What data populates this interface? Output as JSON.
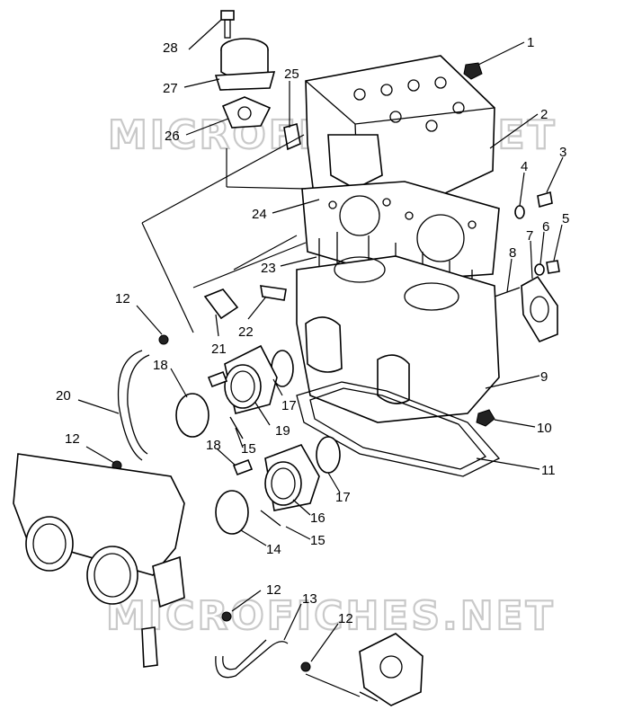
{
  "watermark": "MICROFICHES.NET",
  "callouts": [
    {
      "id": "1",
      "text": "1"
    },
    {
      "id": "2",
      "text": "2"
    },
    {
      "id": "3",
      "text": "3"
    },
    {
      "id": "4",
      "text": "4"
    },
    {
      "id": "5",
      "text": "5"
    },
    {
      "id": "6",
      "text": "6"
    },
    {
      "id": "7",
      "text": "7"
    },
    {
      "id": "8",
      "text": "8"
    },
    {
      "id": "9",
      "text": "9"
    },
    {
      "id": "10",
      "text": "10"
    },
    {
      "id": "11",
      "text": "11"
    },
    {
      "id": "12a",
      "text": "12"
    },
    {
      "id": "12b",
      "text": "12"
    },
    {
      "id": "12c",
      "text": "12"
    },
    {
      "id": "12d",
      "text": "12"
    },
    {
      "id": "13",
      "text": "13"
    },
    {
      "id": "14",
      "text": "14"
    },
    {
      "id": "15a",
      "text": "15"
    },
    {
      "id": "15b",
      "text": "15"
    },
    {
      "id": "16",
      "text": "16"
    },
    {
      "id": "17a",
      "text": "17"
    },
    {
      "id": "17b",
      "text": "17"
    },
    {
      "id": "18a",
      "text": "18"
    },
    {
      "id": "18b",
      "text": "18"
    },
    {
      "id": "19",
      "text": "19"
    },
    {
      "id": "20",
      "text": "20"
    },
    {
      "id": "21",
      "text": "21"
    },
    {
      "id": "22",
      "text": "22"
    },
    {
      "id": "23",
      "text": "23"
    },
    {
      "id": "24",
      "text": "24"
    },
    {
      "id": "25",
      "text": "25"
    },
    {
      "id": "26",
      "text": "26"
    },
    {
      "id": "27",
      "text": "27"
    },
    {
      "id": "28",
      "text": "28"
    }
  ]
}
